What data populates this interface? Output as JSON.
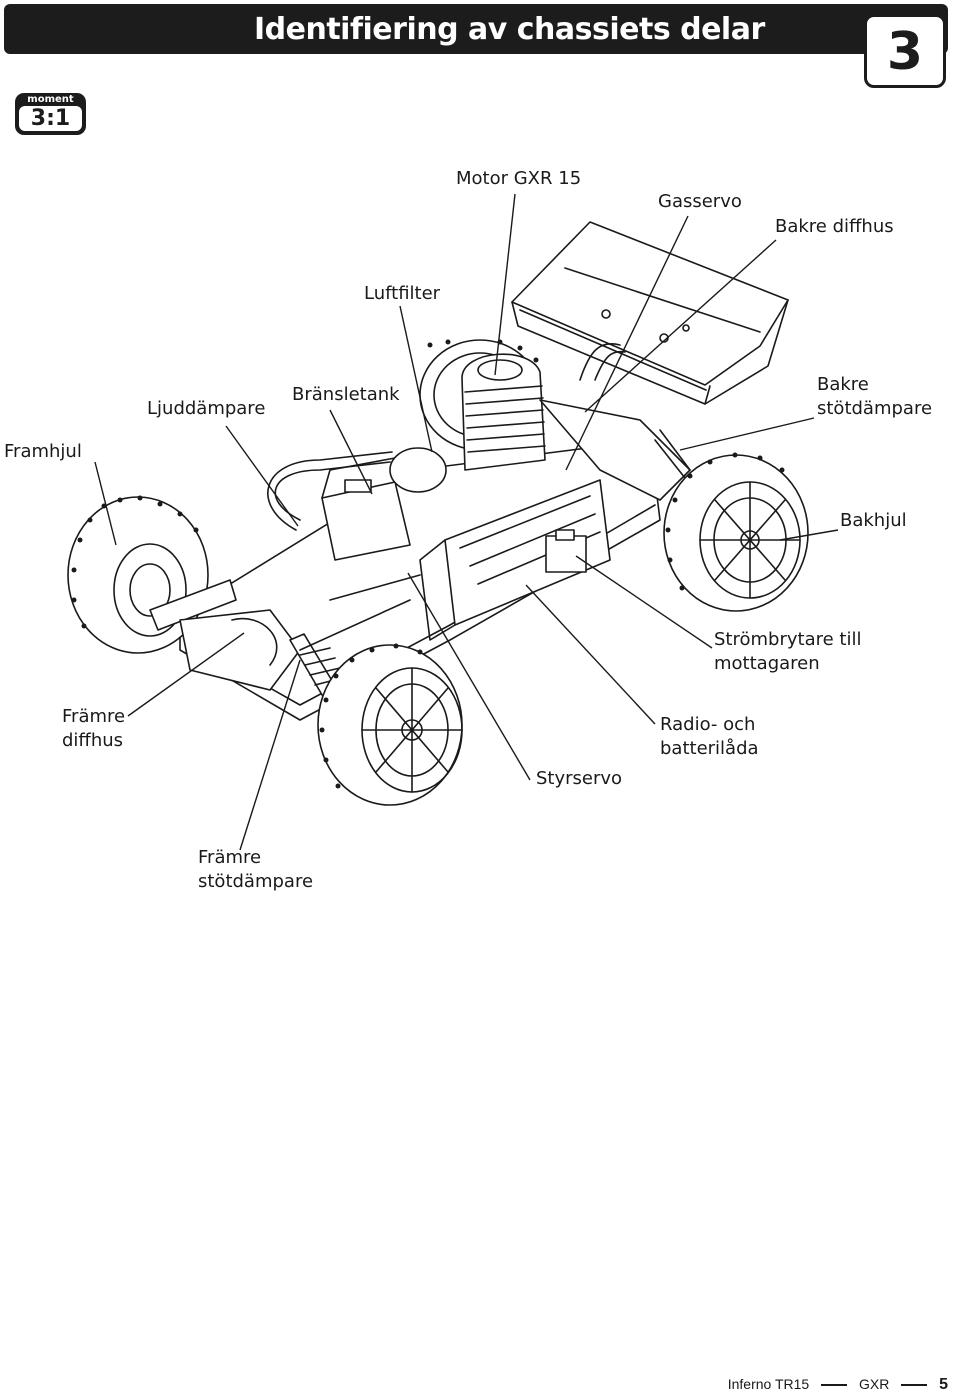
{
  "header": {
    "title": "Identifiering av chassiets delar",
    "chapter": "3"
  },
  "badge": {
    "label": "moment",
    "value": "3:1"
  },
  "labels": {
    "motor": "Motor GXR 15",
    "gasservo": "Gasservo",
    "bakre_diffhus": "Bakre diffhus",
    "luftfilter": "Luftfilter",
    "ljuddampare": "Ljuddämpare",
    "bransletank": "Bränsletank",
    "bakre_stotdampare_1": "Bakre",
    "bakre_stotdampare_2": "stötdämpare",
    "framhjul": "Framhjul",
    "bakhjul": "Bakhjul",
    "strombrytare_1": "Strömbrytare till",
    "strombrytare_2": "mottagaren",
    "framre_diffhus_1": "Främre",
    "framre_diffhus_2": "diffhus",
    "radio_1": "Radio- och",
    "radio_2": "batterilåda",
    "styrservo": "Styrservo",
    "framre_stotdampare_1": "Främre",
    "framre_stotdampare_2": "stötdämpare"
  },
  "footer": {
    "product": "Inferno TR15",
    "model": "GXR",
    "page": "5"
  }
}
